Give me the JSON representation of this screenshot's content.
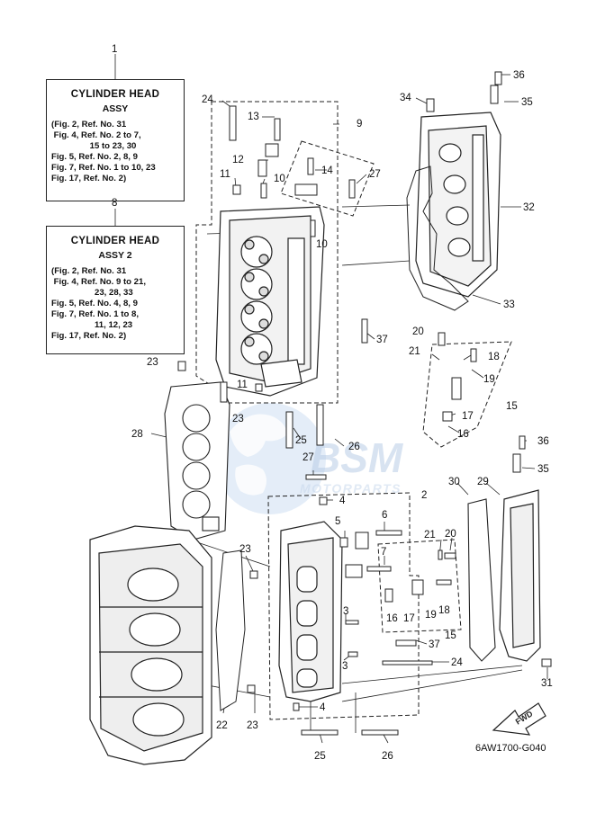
{
  "box_assy": {
    "ref": "1",
    "title": "CYLINDER HEAD",
    "subtitle": "ASSY",
    "lines": [
      "(Fig. 2, Ref. No. 31",
      " Fig. 4, Ref. No. 2 to 7,",
      "                15 to 23, 30",
      "Fig. 5, Ref. No. 2, 8, 9",
      "Fig. 7, Ref. No. 1 to 10, 23",
      "Fig. 17, Ref. No. 2)"
    ]
  },
  "box_assy2": {
    "ref": "8",
    "title": "CYLINDER HEAD",
    "subtitle": "ASSY 2",
    "lines": [
      "(Fig. 2, Ref. No. 31",
      " Fig. 4, Ref. No. 9 to 21,",
      "                  23, 28, 33",
      "Fig. 5, Ref. No. 4, 8, 9",
      "Fig. 7, Ref. No. 1 to 8,",
      "                  11, 12, 23",
      "Fig. 17, Ref. No. 2)"
    ]
  },
  "callouts": [
    {
      "id": "c36a",
      "text": "36"
    },
    {
      "id": "c35a",
      "text": "35"
    },
    {
      "id": "c34",
      "text": "34"
    },
    {
      "id": "c24a",
      "text": "24"
    },
    {
      "id": "c13",
      "text": "13"
    },
    {
      "id": "c9",
      "text": "9"
    },
    {
      "id": "c12",
      "text": "12"
    },
    {
      "id": "c14",
      "text": "14"
    },
    {
      "id": "c27a",
      "text": "27"
    },
    {
      "id": "c11a",
      "text": "11"
    },
    {
      "id": "c10a",
      "text": "10"
    },
    {
      "id": "c32",
      "text": "32"
    },
    {
      "id": "c10b",
      "text": "10"
    },
    {
      "id": "c33",
      "text": "33"
    },
    {
      "id": "c37a",
      "text": "37"
    },
    {
      "id": "c20a",
      "text": "20"
    },
    {
      "id": "c21a",
      "text": "21"
    },
    {
      "id": "c18a",
      "text": "18"
    },
    {
      "id": "c23a",
      "text": "23"
    },
    {
      "id": "c19a",
      "text": "19"
    },
    {
      "id": "c15a",
      "text": "15"
    },
    {
      "id": "c11b",
      "text": "11"
    },
    {
      "id": "c23b",
      "text": "23"
    },
    {
      "id": "c17a",
      "text": "17"
    },
    {
      "id": "c28",
      "text": "28"
    },
    {
      "id": "c16a",
      "text": "16"
    },
    {
      "id": "c25a",
      "text": "25"
    },
    {
      "id": "c26a",
      "text": "26"
    },
    {
      "id": "c36b",
      "text": "36"
    },
    {
      "id": "c27b",
      "text": "27"
    },
    {
      "id": "c35b",
      "text": "35"
    },
    {
      "id": "c30",
      "text": "30"
    },
    {
      "id": "c29",
      "text": "29"
    },
    {
      "id": "c2",
      "text": "2"
    },
    {
      "id": "c4a",
      "text": "4"
    },
    {
      "id": "c5",
      "text": "5"
    },
    {
      "id": "c6",
      "text": "6"
    },
    {
      "id": "c21b",
      "text": "21"
    },
    {
      "id": "c20b",
      "text": "20"
    },
    {
      "id": "c23c",
      "text": "23"
    },
    {
      "id": "c7",
      "text": "7"
    },
    {
      "id": "c16b",
      "text": "16"
    },
    {
      "id": "c17b",
      "text": "17"
    },
    {
      "id": "c19b",
      "text": "19"
    },
    {
      "id": "c18b",
      "text": "18"
    },
    {
      "id": "c3a",
      "text": "3"
    },
    {
      "id": "c37b",
      "text": "37"
    },
    {
      "id": "c15b",
      "text": "15"
    },
    {
      "id": "c24b",
      "text": "24"
    },
    {
      "id": "c3b",
      "text": "3"
    },
    {
      "id": "c31",
      "text": "31"
    },
    {
      "id": "c22",
      "text": "22"
    },
    {
      "id": "c23d",
      "text": "23"
    },
    {
      "id": "c4b",
      "text": "4"
    },
    {
      "id": "c25b",
      "text": "25"
    },
    {
      "id": "c26b",
      "text": "26"
    }
  ],
  "fwd_label": "FWD",
  "diagram_code": "6AW1700-G040",
  "watermark": {
    "brand": "BSM",
    "sub": "MOTORPARTS"
  }
}
